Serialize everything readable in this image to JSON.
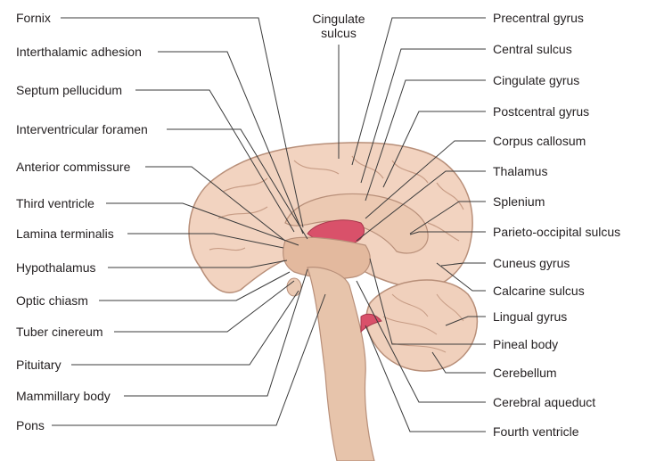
{
  "labels_left": [
    "Fornix",
    "Interthalamic adhesion",
    "Septum pellucidum",
    "Interventricular foramen",
    "Anterior commissure",
    "Third ventricle",
    "Lamina terminalis",
    "Hypothalamus",
    "Optic chiasm",
    "Tuber cinereum",
    "Pituitary",
    "Mammillary body",
    "Pons"
  ],
  "label_top": [
    "Cingulate",
    "sulcus"
  ],
  "labels_right": [
    "Precentral gyrus",
    "Central sulcus",
    "Cingulate gyrus",
    "Postcentral gyrus",
    "Corpus callosum",
    "Thalamus",
    "Splenium",
    "Parieto-occipital sulcus",
    "Cuneus gyrus",
    "Calcarine sulcus",
    "Lingual gyrus",
    "Pineal body",
    "Cerebellum",
    "Cerebral aqueduct",
    "Fourth ventricle"
  ],
  "colors": {
    "cortex": "#f2d3c0",
    "cortex_outline": "#b88f79",
    "deep": "#e7c4ab",
    "ventricle_red": "#d9516a",
    "leader_line": "#3b3b3b",
    "text": "#231f20"
  }
}
